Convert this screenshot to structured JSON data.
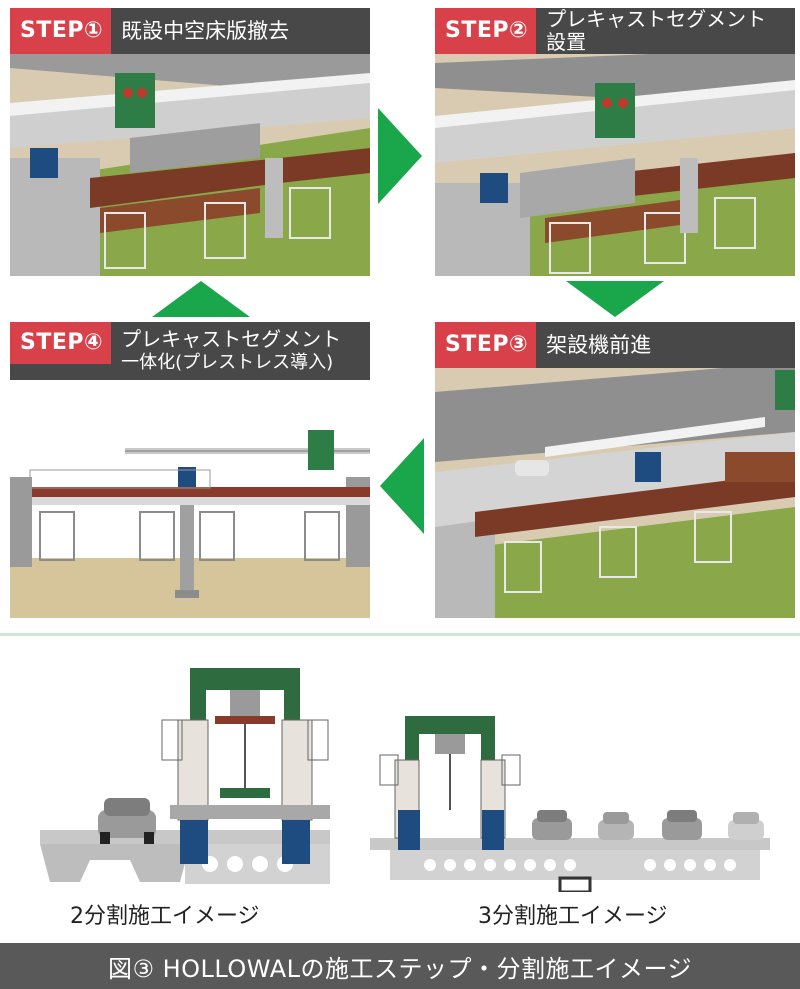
{
  "steps": [
    {
      "badge": "STEP①",
      "title_line1": "既設中空床版撤去",
      "title_line2": ""
    },
    {
      "badge": "STEP②",
      "title_line1": "プレキャストセグメント",
      "title_line2": "設置"
    },
    {
      "badge": "STEP③",
      "title_line1": "架設機前進",
      "title_line2": ""
    },
    {
      "badge": "STEP④",
      "title_line1": "プレキャストセグメント",
      "title_line2": "一体化(プレストレス導入)"
    }
  ],
  "captions": {
    "two_split": "2分割施工イメージ",
    "three_split": "3分割施工イメージ"
  },
  "footer_title": "図③ HOLLOWALの施工ステップ・分割施工イメージ",
  "colors": {
    "step_badge": "#d8404a",
    "header_bg": "#484848",
    "arrow_green": "#1aa64a",
    "footer_bg": "#595959",
    "girder": "#8a3a2a",
    "machine_green": "#2e6b3e"
  }
}
